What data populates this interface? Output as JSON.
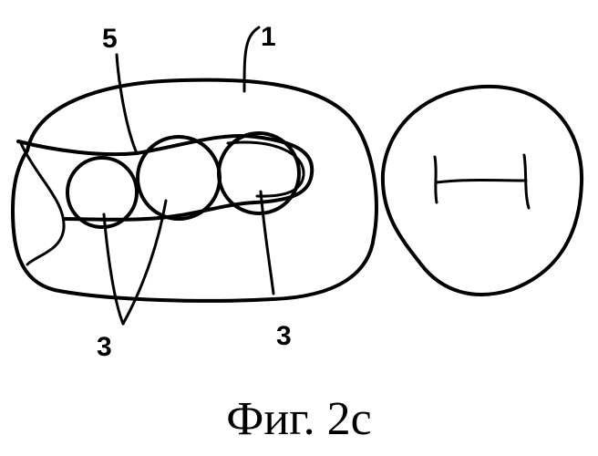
{
  "figure": {
    "caption": "Фиг. 2c",
    "labels": {
      "tooth": "1",
      "slot": "5",
      "elements_left": "3",
      "elements_right": "3"
    },
    "ink_color": "#000000"
  }
}
